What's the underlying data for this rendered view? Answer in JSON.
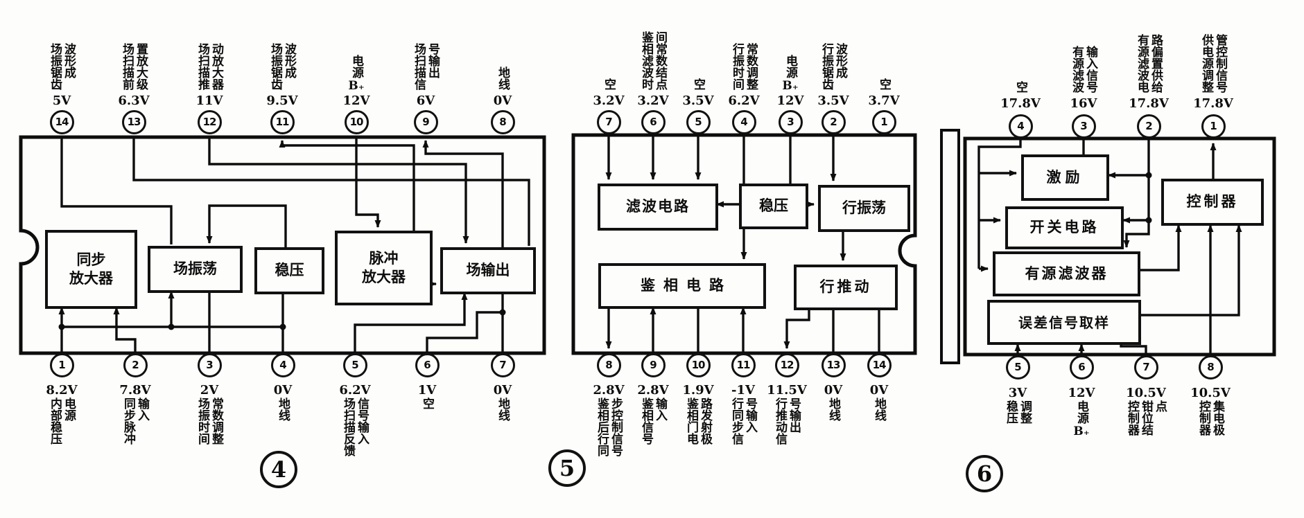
{
  "d4": {
    "num": "4",
    "blocks": {
      "sync": "同步\n放大器",
      "osc": "场振荡",
      "reg": "稳压",
      "pulse": "脉冲\n放大器",
      "out": "场输出"
    },
    "top": [
      {
        "n": "14",
        "label": "场振锯齿波形成",
        "v": "5V"
      },
      {
        "n": "13",
        "label": "场扫描前置放大级",
        "v": "6.3V"
      },
      {
        "n": "12",
        "label": "场扫描推动放大器",
        "v": "11V"
      },
      {
        "n": "11",
        "label": "场振锯齿波形成",
        "v": "9.5V"
      },
      {
        "n": "10",
        "label": "电源",
        "extra": "B₊",
        "v": "12V"
      },
      {
        "n": "9",
        "label": "场扫描信号输出",
        "v": "6V"
      },
      {
        "n": "8",
        "label": "地线",
        "v": "0V"
      }
    ],
    "bottom": [
      {
        "n": "1",
        "v": "8.2V",
        "label": "内部稳压电源"
      },
      {
        "n": "2",
        "v": "7.8V",
        "label": "同步脉冲输入"
      },
      {
        "n": "3",
        "v": "2V",
        "label": "场振时间常数调整"
      },
      {
        "n": "4",
        "v": "0V",
        "label": "地线"
      },
      {
        "n": "5",
        "v": "6.2V",
        "label": "场扫描反馈信号输入"
      },
      {
        "n": "6",
        "v": "1V",
        "label": "空"
      },
      {
        "n": "7",
        "v": "0V",
        "label": "地线"
      }
    ]
  },
  "d5": {
    "num": "5",
    "blocks": {
      "filt": "滤波电路",
      "reg": "稳压",
      "hosc": "行振荡",
      "phase": "鉴相电路",
      "hdrv": "行推动"
    },
    "top": [
      {
        "n": "7",
        "label": "空",
        "v": "3.2V"
      },
      {
        "n": "6",
        "label": "鉴相滤波时间常数结点",
        "v": "3.2V"
      },
      {
        "n": "5",
        "label": "空",
        "v": "3.5V"
      },
      {
        "n": "4",
        "label": "行振时间常数调整",
        "v": "6.2V"
      },
      {
        "n": "3",
        "label": "电源",
        "extra": "B₊",
        "v": "12V"
      },
      {
        "n": "2",
        "label": "行振锯齿波形成",
        "v": "3.5V"
      },
      {
        "n": "1",
        "label": "空",
        "v": "3.7V"
      }
    ],
    "bottom": [
      {
        "n": "8",
        "v": "2.8V",
        "label": "鉴相后行同步控制信号"
      },
      {
        "n": "9",
        "v": "2.8V",
        "label": "鉴相信号输入"
      },
      {
        "n": "10",
        "v": "1.9V",
        "label": "鉴相门电路发射极"
      },
      {
        "n": "11",
        "v": "-1V",
        "label": "行同步信号输入"
      },
      {
        "n": "12",
        "v": "11.5V",
        "label": "行推动信号输出"
      },
      {
        "n": "13",
        "v": "0V",
        "label": "地线"
      },
      {
        "n": "14",
        "v": "0V",
        "label": "地线"
      }
    ]
  },
  "d6": {
    "num": "6",
    "blocks": {
      "drv": "激励",
      "sw": "开关电路",
      "af": "有源滤波器",
      "err": "误差信号取样",
      "ctrl": "控制器"
    },
    "top": [
      {
        "n": "4",
        "label": "空",
        "v": "17.8V"
      },
      {
        "n": "3",
        "label": "有源滤波输入信号",
        "v": "16V"
      },
      {
        "n": "2",
        "label": "有源滤波电路偏置供给",
        "v": "17.8V"
      },
      {
        "n": "1",
        "label": "供电源调整管控制信号",
        "v": "17.8V"
      }
    ],
    "bottom": [
      {
        "n": "5",
        "v": "3V",
        "label": "稳压调整"
      },
      {
        "n": "6",
        "v": "12V",
        "label": "电源",
        "extra": "B₊"
      },
      {
        "n": "7",
        "v": "10.5V",
        "label": "控制器钳位结点"
      },
      {
        "n": "8",
        "v": "10.5V",
        "label": "控制器集电极"
      }
    ]
  },
  "ink": "#0d0d0d"
}
